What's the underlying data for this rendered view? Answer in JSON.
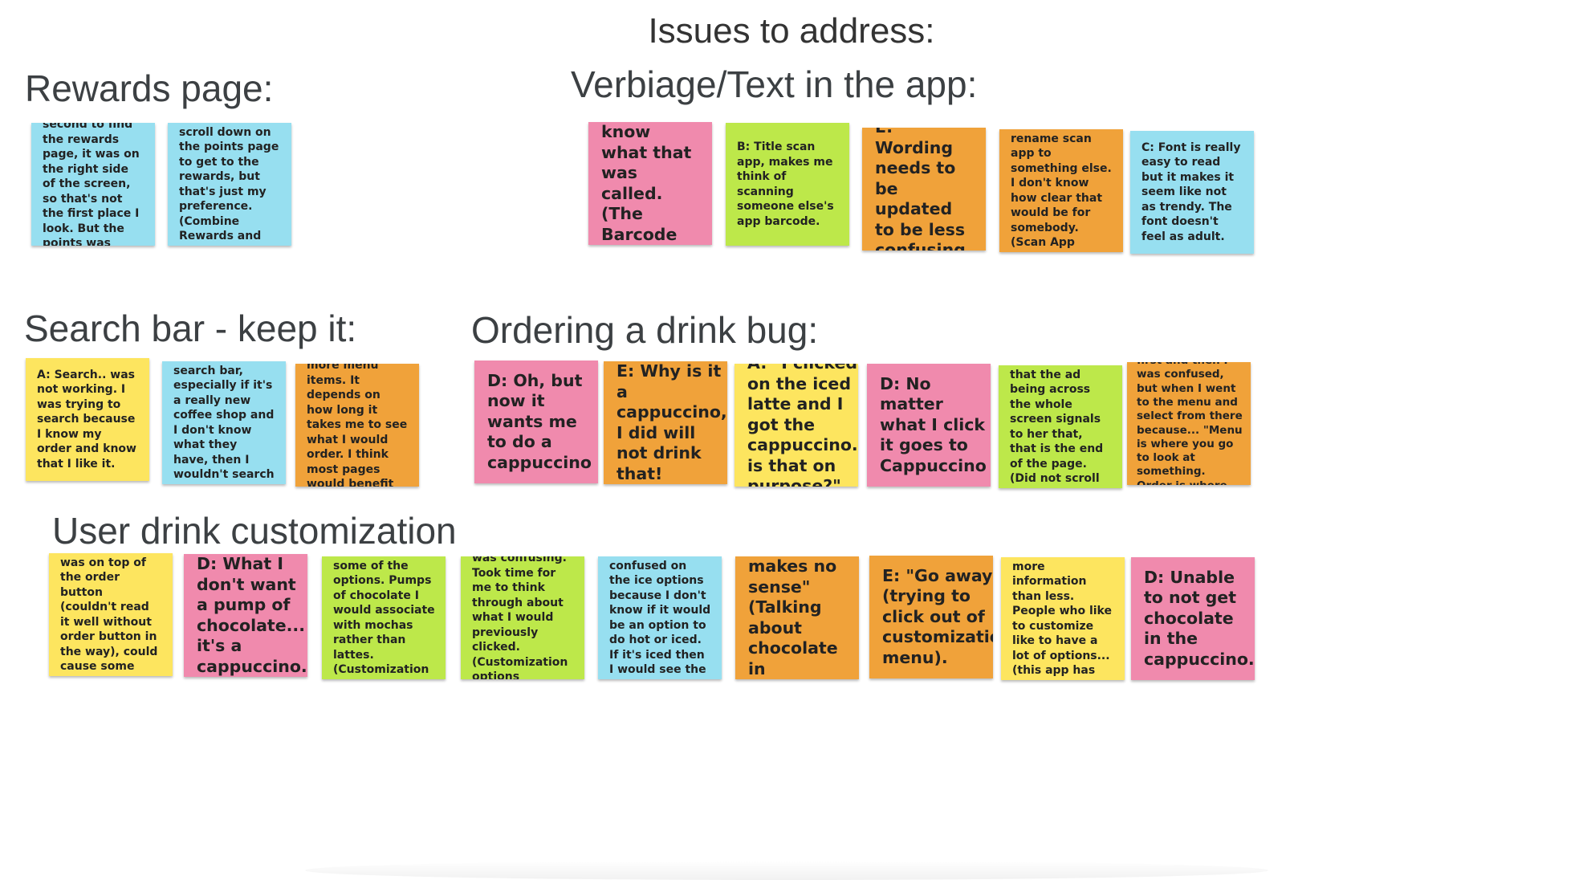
{
  "board": {
    "title": "Issues to address:",
    "sections": {
      "rewards": {
        "heading": "Rewards page:",
        "notes": [
          {
            "text": "C: It took me a second to find the rewards page, it was on the right side of the screen, so that's not the first place I look. But the points was easier to find.",
            "color": "blue"
          },
          {
            "text": "C: I would try to scroll down on the points page to get to the rewards, but that's just my preference. (Combine Rewards and Points?)",
            "color": "blue"
          }
        ]
      },
      "verbiage": {
        "heading": "Verbiage/Text in the app:",
        "notes": [
          {
            "text": "D: I didn't know what that was called. (The Barcode Scanner)",
            "color": "pink"
          },
          {
            "text": "B: Title scan app, makes me think of scanning someone else's app barcode.",
            "color": "green"
          },
          {
            "text": "E: Wording needs to be updated to be less confusing.",
            "color": "orange"
          },
          {
            "text": "E: I might rename scan app to something else. I don't know how clear that would be for somebody. (Scan App page)",
            "color": "orange"
          },
          {
            "text": "C: Font is really easy to read but it makes it seem like not as trendy. The font doesn't feel as adult.",
            "color": "blue"
          }
        ]
      },
      "search": {
        "heading": "Search bar - keep it:",
        "notes": [
          {
            "text": "A: Search.. was not working. I was trying to search because I know my order and know that I like it.",
            "color": "yellow"
          },
          {
            "text": "C: I didn't really notice the search bar, especially if it's a really new coffee shop and I don't know what they have, then I wouldn't search for something (Search Bar).",
            "color": "blue"
          },
          {
            "text": "E: I would typically scroll if there was more menu items. It depends on how long it takes me to see what I would order. I think most pages would benefit from having a search bar available.",
            "color": "orange"
          }
        ]
      },
      "ordering": {
        "heading": "Ordering a drink bug:",
        "notes": [
          {
            "text": "D: Oh, but now it wants me to do a cappuccino",
            "color": "pink"
          },
          {
            "text": "E: Why is it a cappuccino, I did will not drink that!",
            "color": "orange"
          },
          {
            "text": "A: \"I clicked on the iced latte and I got the cappuccino... is that on purpose?\"",
            "color": "yellow"
          },
          {
            "text": "D: No matter what I click it goes to Cappuccino",
            "color": "pink"
          },
          {
            "text": "B: User stated that the ad being across the whole screen signals to her that, that is the end of the page. (Did not scroll down)",
            "color": "green"
          },
          {
            "text": "E: I clicked the order button first and then I was confused, but when I went to the menu and select from there because... \"Menu is where you go to look at something. Order is where you go to order something.\"",
            "color": "orange"
          }
        ]
      },
      "customization": {
        "heading": "User drink customization",
        "notes": [
          {
            "text": "A: The iced part was on top of the order button (couldn't read it well without order button in the way), could cause some confusion.",
            "color": "yellow"
          },
          {
            "text": "D: What I don't want a pump of chocolate... it's a cappuccino.",
            "color": "pink"
          },
          {
            "text": "B: I was confused by some of the options. Pumps of chocolate I would associate with mochas rather than lattes. (Customization options confusing).",
            "color": "green"
          },
          {
            "text": "B: Iced option was confusing. Took time for me to think through about what I would previously clicked. (Customization options confusing).",
            "color": "green"
          },
          {
            "text": "C: I was a little confused on the ice options because I don't know if it would be an option to do hot or iced. If it's iced then I would see the options for ice.",
            "color": "blue"
          },
          {
            "text": "E: \"No it makes no sense\" (Talking about chocolate in cappuccino)",
            "color": "orange"
          },
          {
            "text": "E: \"Go away\" (trying to click out of customization menu).",
            "color": "orange"
          },
          {
            "text": "A: People prefer to have more information than less. People who like to customize like to have a lot of options... (this app has simple customization).",
            "color": "yellow"
          },
          {
            "text": "D: Unable to not get chocolate in the cappuccino.",
            "color": "pink"
          }
        ]
      }
    }
  }
}
